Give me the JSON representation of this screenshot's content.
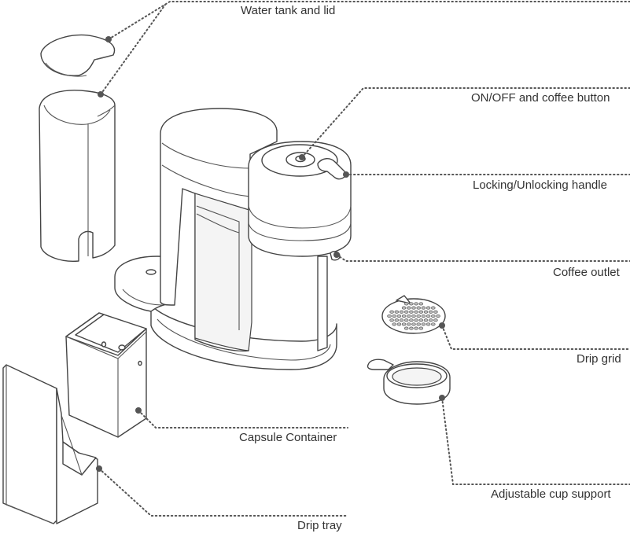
{
  "callouts": {
    "water_tank": "Water tank and lid",
    "on_off": "ON/OFF and coffee button",
    "handle": "Locking/Unlocking handle",
    "outlet": "Coffee outlet",
    "drip_grid": "Drip grid",
    "capsule": "Capsule Container",
    "cup_support": "Adjustable cup support",
    "drip_tray": "Drip tray"
  },
  "colors": {
    "line": "#444444",
    "label": "#333333",
    "leader_dot": "#555555"
  }
}
